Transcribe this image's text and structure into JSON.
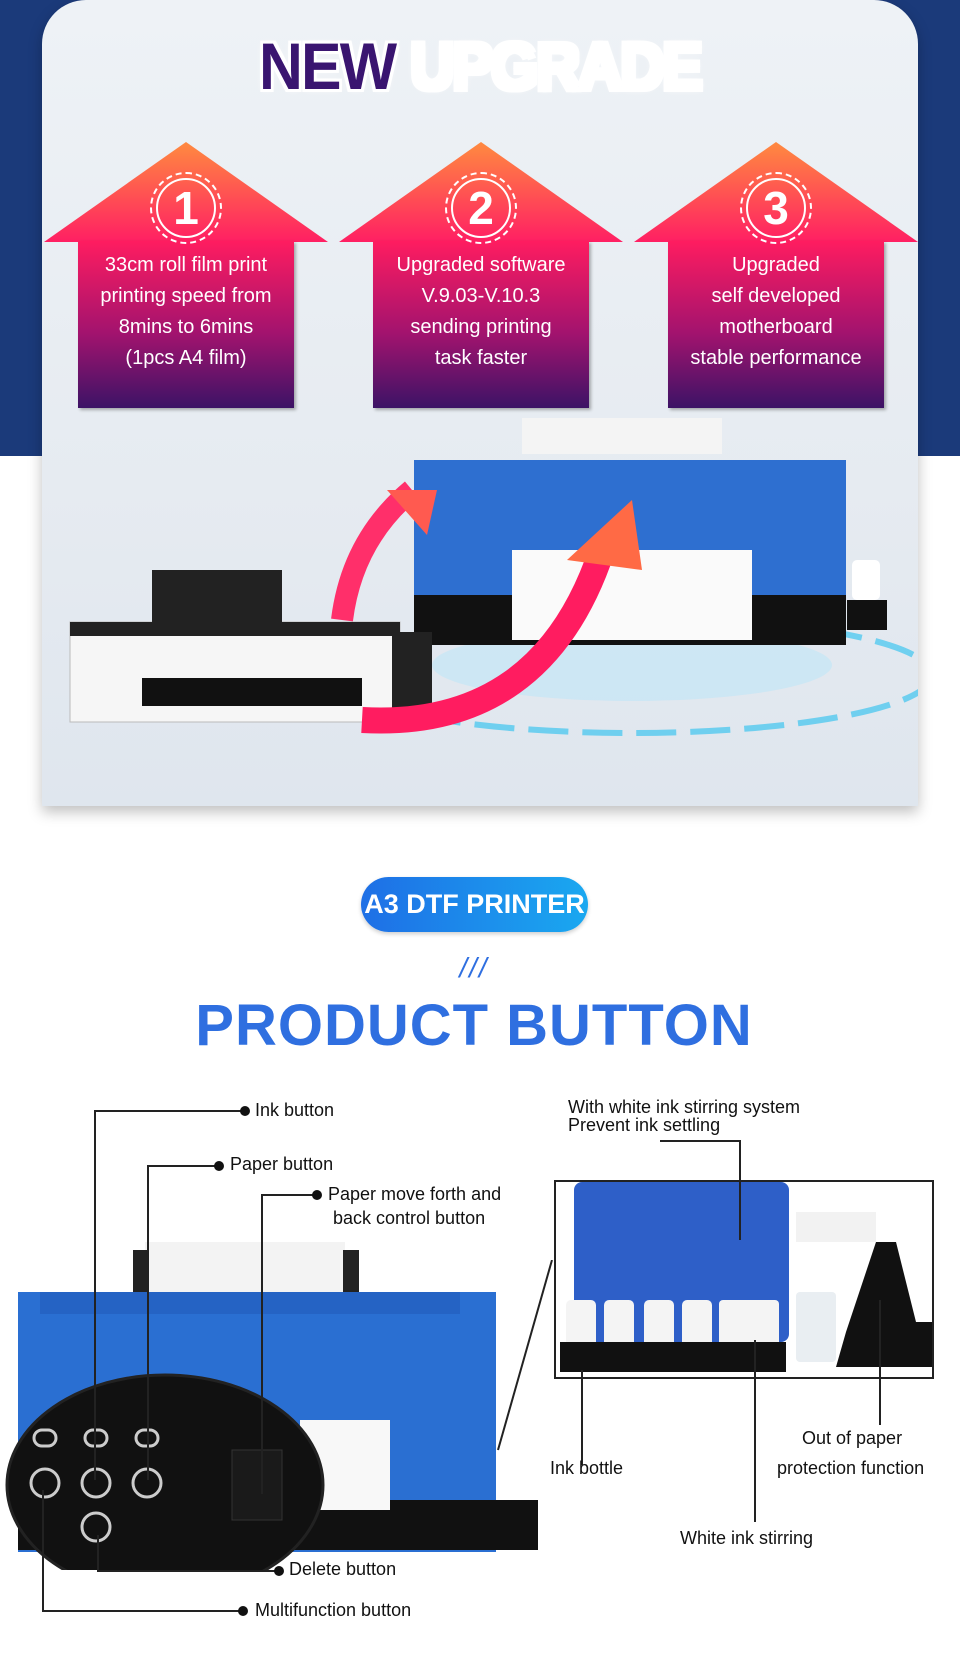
{
  "hero": {
    "title_part1": "NEW",
    "title_part2": "UPGRADE",
    "features": [
      {
        "number": "1",
        "lines": [
          "33cm roll film print",
          "printing speed from",
          "8mins to 6mins",
          "(1pcs A4 film)"
        ]
      },
      {
        "number": "2",
        "lines": [
          "Upgraded software",
          "V.9.03-V.10.3",
          "sending printing",
          "task faster"
        ]
      },
      {
        "number": "3",
        "lines": [
          "Upgraded",
          "self developed",
          "motherboard",
          "stable performance"
        ]
      }
    ]
  },
  "section": {
    "badge": "A3 DTF PRINTER",
    "decor": "///",
    "title": "PRODUCT BUTTON"
  },
  "callouts": {
    "ink_button": "Ink button",
    "paper_button": "Paper button",
    "paper_move_1": "Paper move forth and",
    "paper_move_2": "back control button",
    "delete_button": "Delete button",
    "multifunction_button": "Multifunction button",
    "stirring_system_1": "With white ink stirring system",
    "stirring_system_2": "Prevent ink settling",
    "ink_bottle": "Ink bottle",
    "out_of_paper_1": "Out of paper",
    "out_of_paper_2": "protection function",
    "white_ink_stirring": "White ink stirring"
  },
  "colors": {
    "band": "#1b3a7a",
    "accent_blue": "#2f6fe0",
    "arrow_top": "#ff8a40",
    "arrow_mid": "#ff1c60",
    "arrow_bottom": "#3c1366"
  }
}
